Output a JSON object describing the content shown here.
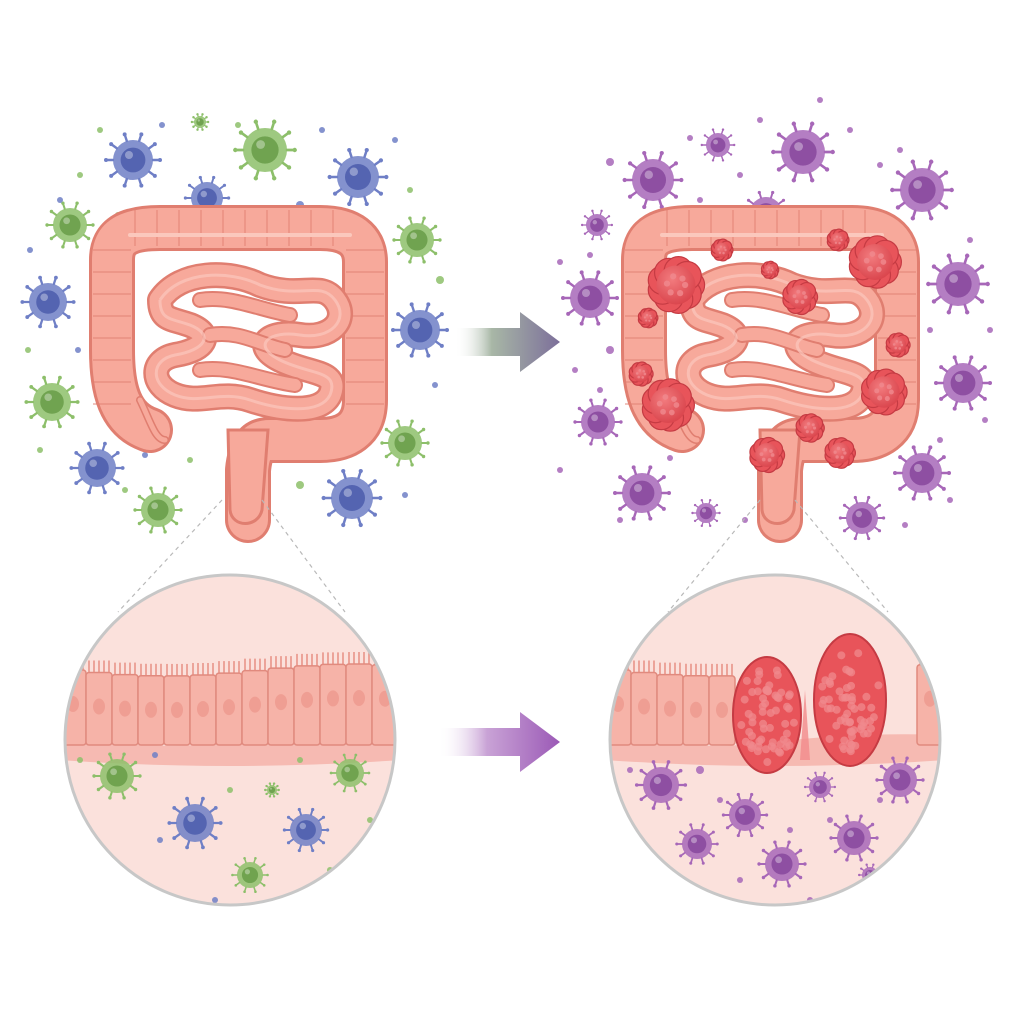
{
  "colors": {
    "background": "#ffffff",
    "intestine_fill": "#f7a99b",
    "intestine_stroke": "#e07e70",
    "intestine_highlight": "#fbc8bd",
    "tumor_fill": "#e8545a",
    "tumor_stroke": "#c53b43",
    "tumor_dot": "#f08a8e",
    "microbe_blue": "#6f7fc6",
    "microbe_blue_core": "#4f5fae",
    "microbe_green": "#8dbf6a",
    "microbe_green_core": "#6a9e4a",
    "microbe_purple": "#a767b8",
    "microbe_purple_core": "#8a4a9f",
    "tissue_bg": "#fbe1dc",
    "tissue_layer": "#f4a9a0",
    "circle_border": "#c7c7c7",
    "arrow_top": "#7c6f9a",
    "arrow_bottom": "#9b59b6"
  },
  "icons": {
    "transition_arrow": "right-arrow-icon",
    "healthy_microbe": "microbe-icon",
    "disease_microbe": "microbe-icon",
    "tumor": "tumor-icon"
  },
  "panels": {
    "healthy": {
      "microbe_types": [
        "blue",
        "green"
      ]
    },
    "diseased": {
      "microbe_types": [
        "purple"
      ],
      "tumor_count": 14
    }
  }
}
